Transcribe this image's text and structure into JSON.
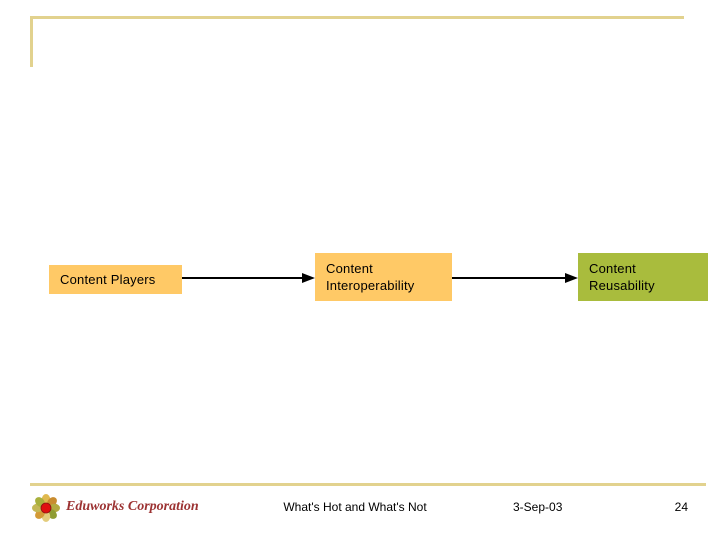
{
  "slide": {
    "background_color": "#ffffff",
    "accent_line_color": "#e2d28e",
    "diagram": {
      "arrow_color": "#000000",
      "nodes": [
        {
          "id": "players",
          "label": "Content Players",
          "fill": "#ffc966",
          "text_color": "#000000"
        },
        {
          "id": "interop",
          "label": "Content Interoperability",
          "fill": "#ffc966",
          "text_color": "#000000"
        },
        {
          "id": "reuse",
          "label": "Content Reusability",
          "fill": "#a9bc3d",
          "text_color": "#000000"
        }
      ],
      "edges": [
        {
          "from": "players",
          "to": "interop"
        },
        {
          "from": "interop",
          "to": "reuse"
        }
      ]
    },
    "footer": {
      "logo_icon": "flower-logo-icon",
      "logo_center_color": "#e01010",
      "company": "Eduworks Corporation",
      "company_color": "#9c3232",
      "presentation_title": "What's Hot and What's Not",
      "date": "3-Sep-03",
      "page_number": "24"
    }
  }
}
